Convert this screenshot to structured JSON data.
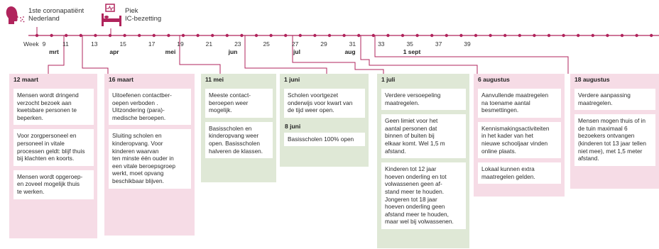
{
  "icons": {
    "patient": {
      "icon": "patient-head-icon",
      "line1": "1ste coronapatiënt",
      "line2": "Nederland"
    },
    "ic": {
      "icon": "ic-bed-icon",
      "line1": "Piek",
      "line2": "IC-bezetting"
    }
  },
  "timeline": {
    "week_prefix": "Week",
    "weeks": [
      "9",
      "11",
      "13",
      "15",
      "17",
      "19",
      "21",
      "23",
      "25",
      "27",
      "29",
      "31",
      "33",
      "35",
      "37",
      "39"
    ],
    "months": [
      "mrt",
      "apr",
      "mei",
      "jun",
      "jul",
      "aug",
      "1 sept"
    ]
  },
  "columns": [
    {
      "date": "12 maart",
      "color": "pink",
      "cards": [
        "Mensen wordt dringend\nverzocht bezoek aan\nkwetsbare personen te\nbeperken.",
        "Voor zorgpersoneel en\npersoneel in vitale\nprocessen geldt: blijf thuis\nbij klachten en koorts.",
        "Mensen wordt opgeroep-\nen zoveel mogelijk thuis\nte werken."
      ]
    },
    {
      "date": "16 maart",
      "color": "pink",
      "cards": [
        "Uitoefenen contactber-\noepen verboden .\nUitzondering (para)-\nmedische beroepen.",
        "Sluiting scholen en\nkinderopvang. Voor\nkinderen waarvan\nten minste één ouder in\neen vitale beroepsgroep\nwerkt, moet opvang\nbeschikbaar blijven."
      ]
    },
    {
      "date": "11 mei",
      "color": "green",
      "cards": [
        "Meeste contact-\nberoepen weer\nmogelijk.",
        "Basisscholen en\nkinderopvang weer\nopen. Basisscholen\nhalveren de klassen."
      ]
    },
    {
      "date": "1 juni",
      "color": "green",
      "cards": [
        "Scholen voortgezet\nonderwijs voor kwart van\nde tijd weer open."
      ],
      "sub_date": "8 juni",
      "sub_cards": [
        "Basisscholen 100% open"
      ]
    },
    {
      "date": "1 juli",
      "color": "green",
      "cards": [
        "Verdere versoepeling\nmaatregelen.",
        "Geen limiet voor het\naantal personen dat\nbinnen of buiten bij\nelkaar komt. Wel 1,5 m\nafstand.",
        "Kinderen tot 12 jaar\nhoeven onderling en tot\nvolwassenen geen af-\nstand meer te houden.\nJongeren tot 18 jaar\nhoeven onderling geen\nafstand meer te houden,\nmaar wel bij volwassenen."
      ]
    },
    {
      "date": "6 augustus",
      "color": "pink",
      "cards": [
        "Aanvullende maatregelen\nna toename aantal\nbesmettingen.",
        "Kennismakingsactiviteiten\nin het kader van het\nnieuwe schooljaar vinden\nonline plaats.",
        "Lokaal kunnen extra\nmaatregelen gelden."
      ]
    },
    {
      "date": "18 augustus",
      "color": "pink",
      "cards": [
        "Verdere aanpassing\nmaatregelen.",
        "Mensen mogen thuis of in\nde tuin maximaal 6\nbezoekers ontvangen\n(kinderen tot 13 jaar tellen\nniet mee), met 1,5 meter\nafstand."
      ]
    }
  ],
  "colors": {
    "accent": "#b0245c",
    "pink": "#f6dce6",
    "green": "#dfe8d6"
  }
}
